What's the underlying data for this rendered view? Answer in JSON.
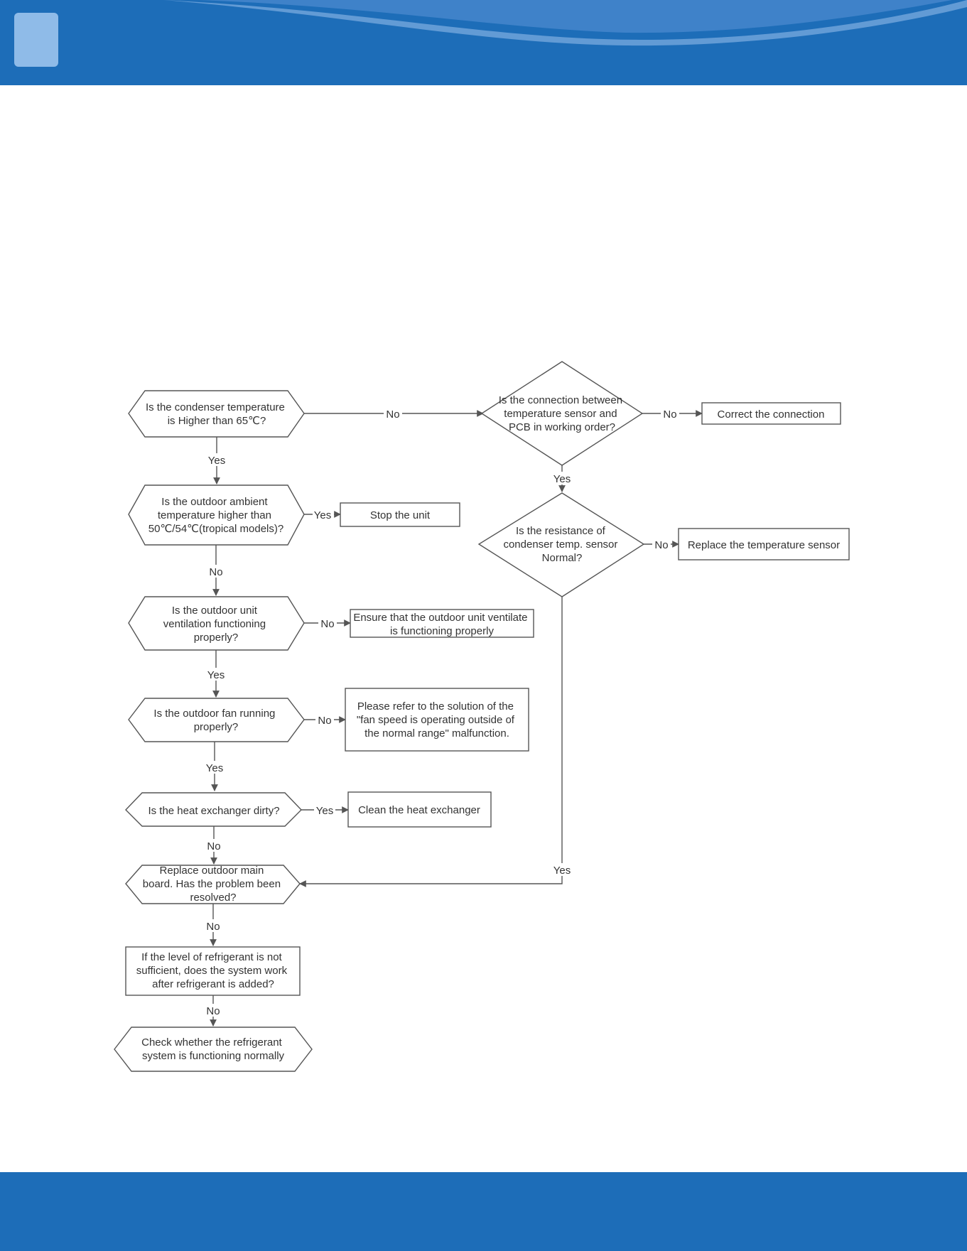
{
  "colors": {
    "header_blue": "#1d6db8",
    "header_wave": "#6aa0d8",
    "badge": "#8fbbe8",
    "line": "#555555",
    "text": "#333333"
  },
  "icons": {
    "badge": "rounded-square-badge"
  },
  "flowchart": {
    "nodes": {
      "q_condenser": [
        "Is the condenser temperature",
        "is Higher  than 65℃?"
      ],
      "q_ambient": [
        "Is the outdoor ambient",
        "temperature higher than",
        "50℃/54℃(tropical models)?"
      ],
      "stop_unit": [
        "Stop the unit"
      ],
      "q_ventilation": [
        "Is the outdoor unit",
        "ventilation functioning",
        "properly?"
      ],
      "ensure_ventilation": [
        "Ensure that the outdoor unit ventilate",
        "is functioning properly"
      ],
      "q_fan": [
        "Is  the outdoor fan running",
        "properly?"
      ],
      "fan_solution": [
        "Please refer to the solution of the",
        "\"fan speed is operating outside of",
        "the normal range\" malfunction."
      ],
      "q_dirty": [
        "Is the heat exchanger dirty?"
      ],
      "clean_exchanger": [
        "Clean the heat exchanger"
      ],
      "q_main_board": [
        "Replace outdoor main",
        "board. Has the problem been",
        "resolved?"
      ],
      "q_refrigerant": [
        "If the  level of refrigerant is not",
        "sufficient, does the system work",
        "after refrigerant is added?"
      ],
      "check_refrigerant": [
        "Check whether the refrigerant",
        "system is functioning normally"
      ],
      "q_connection": [
        "Is the connection between",
        "temperature sensor and",
        "PCB in working order?"
      ],
      "correct_connection": [
        "Correct the connection"
      ],
      "q_resistance": [
        "Is the resistance of",
        "condenser temp. sensor",
        "Normal?"
      ],
      "replace_sensor": [
        "Replace the temperature sensor"
      ]
    },
    "edges": {
      "condenser_to_connection": "No",
      "condenser_to_ambient": "Yes",
      "ambient_to_stop": "Yes",
      "ambient_to_ventilation": "No",
      "ventilation_to_ensure": "No",
      "ventilation_to_fan": "Yes",
      "fan_to_solution": "No",
      "fan_to_dirty": "Yes",
      "dirty_to_clean": "Yes",
      "dirty_to_main_board": "No",
      "main_board_to_refrigerant": "No",
      "refrigerant_to_check": "No",
      "connection_to_correct": "No",
      "connection_to_resistance": "Yes",
      "resistance_to_replace": "No",
      "resistance_to_main_board": "Yes"
    }
  }
}
